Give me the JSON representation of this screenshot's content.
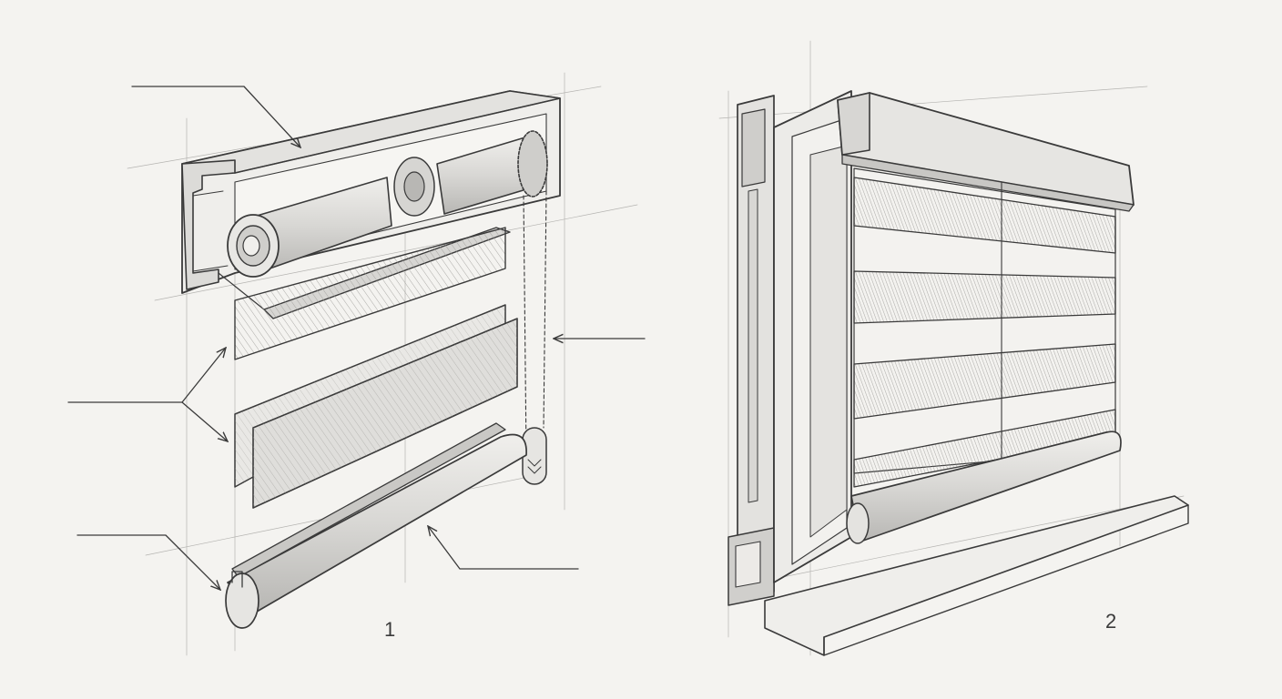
{
  "figures": [
    {
      "id": "fig-1",
      "label": "1"
    },
    {
      "id": "fig-2",
      "label": "2"
    }
  ],
  "colors": {
    "paper": "#f4f3f0",
    "ink": "#3a3a3a",
    "shade_light": "#e6e5e2",
    "shade_mid": "#d2d1ce",
    "shade_dark": "#b9b8b5"
  }
}
